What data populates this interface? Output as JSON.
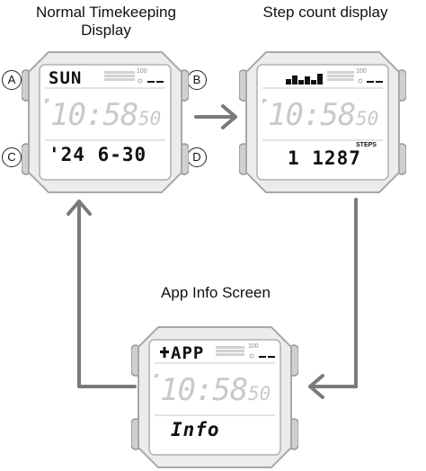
{
  "labels": {
    "normal": "Normal Timekeeping\nDisplay",
    "normal_line1": "Normal Timekeeping",
    "normal_line2": "Display",
    "step": "Step count display",
    "app": "App Info Screen"
  },
  "buttons": {
    "a": "A",
    "b": "B",
    "c": "C",
    "d": "D"
  },
  "watches": {
    "normal": {
      "top_text": "SUN",
      "p": "P",
      "time": "10:58",
      "seconds": "50",
      "bottom_text": "'24 6-30",
      "scale": "100"
    },
    "step": {
      "p": "P",
      "time": "10:58",
      "seconds": "50",
      "steps_label": "STEPS",
      "bottom_text": "1 1287",
      "scale": "100"
    },
    "app": {
      "top_text": "APP",
      "p": "P",
      "time": "10:58",
      "seconds": "50",
      "bottom_text": "Info",
      "scale": "100"
    }
  },
  "colors": {
    "case": "#d9d9d9",
    "case_stroke": "#a8a8a8",
    "lcd_digit_ghost": "#c9c9c9",
    "arrow": "#7a7a7a",
    "text": "#111111"
  }
}
